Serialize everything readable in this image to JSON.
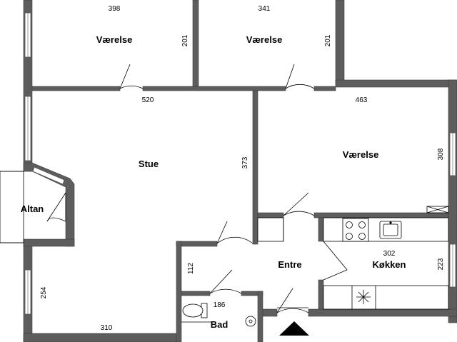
{
  "rooms": {
    "bedroom_1": "Værelse",
    "bedroom_2": "Værelse",
    "bedroom_3": "Værelse",
    "living": "Stue",
    "balcony": "Altan",
    "entrance": "Entre",
    "kitchen": "Køkken",
    "bathroom": "Bad"
  },
  "dimensions": {
    "bedroom_1_width": "398",
    "bedroom_1_depth": "201",
    "bedroom_2_width": "341",
    "bedroom_2_depth": "201",
    "living_width": "520",
    "living_depth": "373",
    "bedroom_3_width": "463",
    "bedroom_3_depth": "308",
    "living_lower_depth": "254",
    "living_lower_width": "310",
    "entrance_depth": "112",
    "bathroom_width": "186",
    "kitchen_width": "302",
    "kitchen_depth": "223"
  },
  "colors": {
    "wall": "#5d5d5d",
    "line": "#000000",
    "background": "#ffffff"
  },
  "icons": {
    "entry_marker": "triangle-up-icon"
  }
}
